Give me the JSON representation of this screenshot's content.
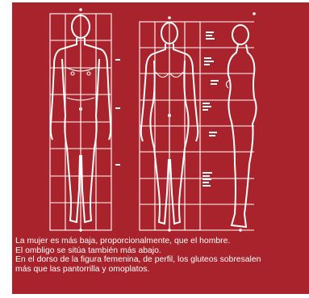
{
  "colors": {
    "panel_background": "#a8232b",
    "linework": "#ffffff",
    "text": "#ffffff"
  },
  "figures": {
    "front_male": "male-figure-front-view",
    "front_female": "female-figure-front-view",
    "profile_female": "female-figure-profile-view"
  },
  "caption": {
    "line1": "La mujer es más baja, proporcionalmente, que el hombre.",
    "line2": "El ombligo se sitúa también más abajo.",
    "line3": "En el dorso de la figura femenina, de perfil, los gluteos sobresalen",
    "line4": "más que las pantorrilla y omoplatos."
  }
}
